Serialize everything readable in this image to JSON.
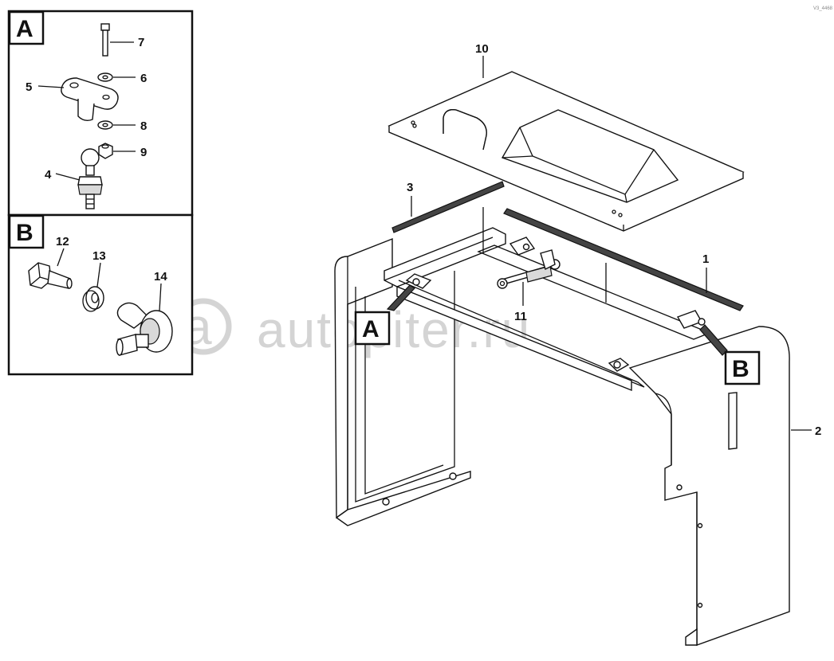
{
  "watermark": "autopiter.ru",
  "corner_code": "V3_4468",
  "details": {
    "a": {
      "letter": "A"
    },
    "b": {
      "letter": "B"
    }
  },
  "callouts": {
    "p1": "1",
    "p2": "2",
    "p3": "3",
    "p4": "4",
    "p5": "5",
    "p6": "6",
    "p7": "7",
    "p8": "8",
    "p9": "9",
    "p10": "10",
    "p11": "11",
    "p12": "12",
    "p13": "13",
    "p14": "14"
  },
  "markers": {
    "a": "A",
    "b": "B"
  }
}
